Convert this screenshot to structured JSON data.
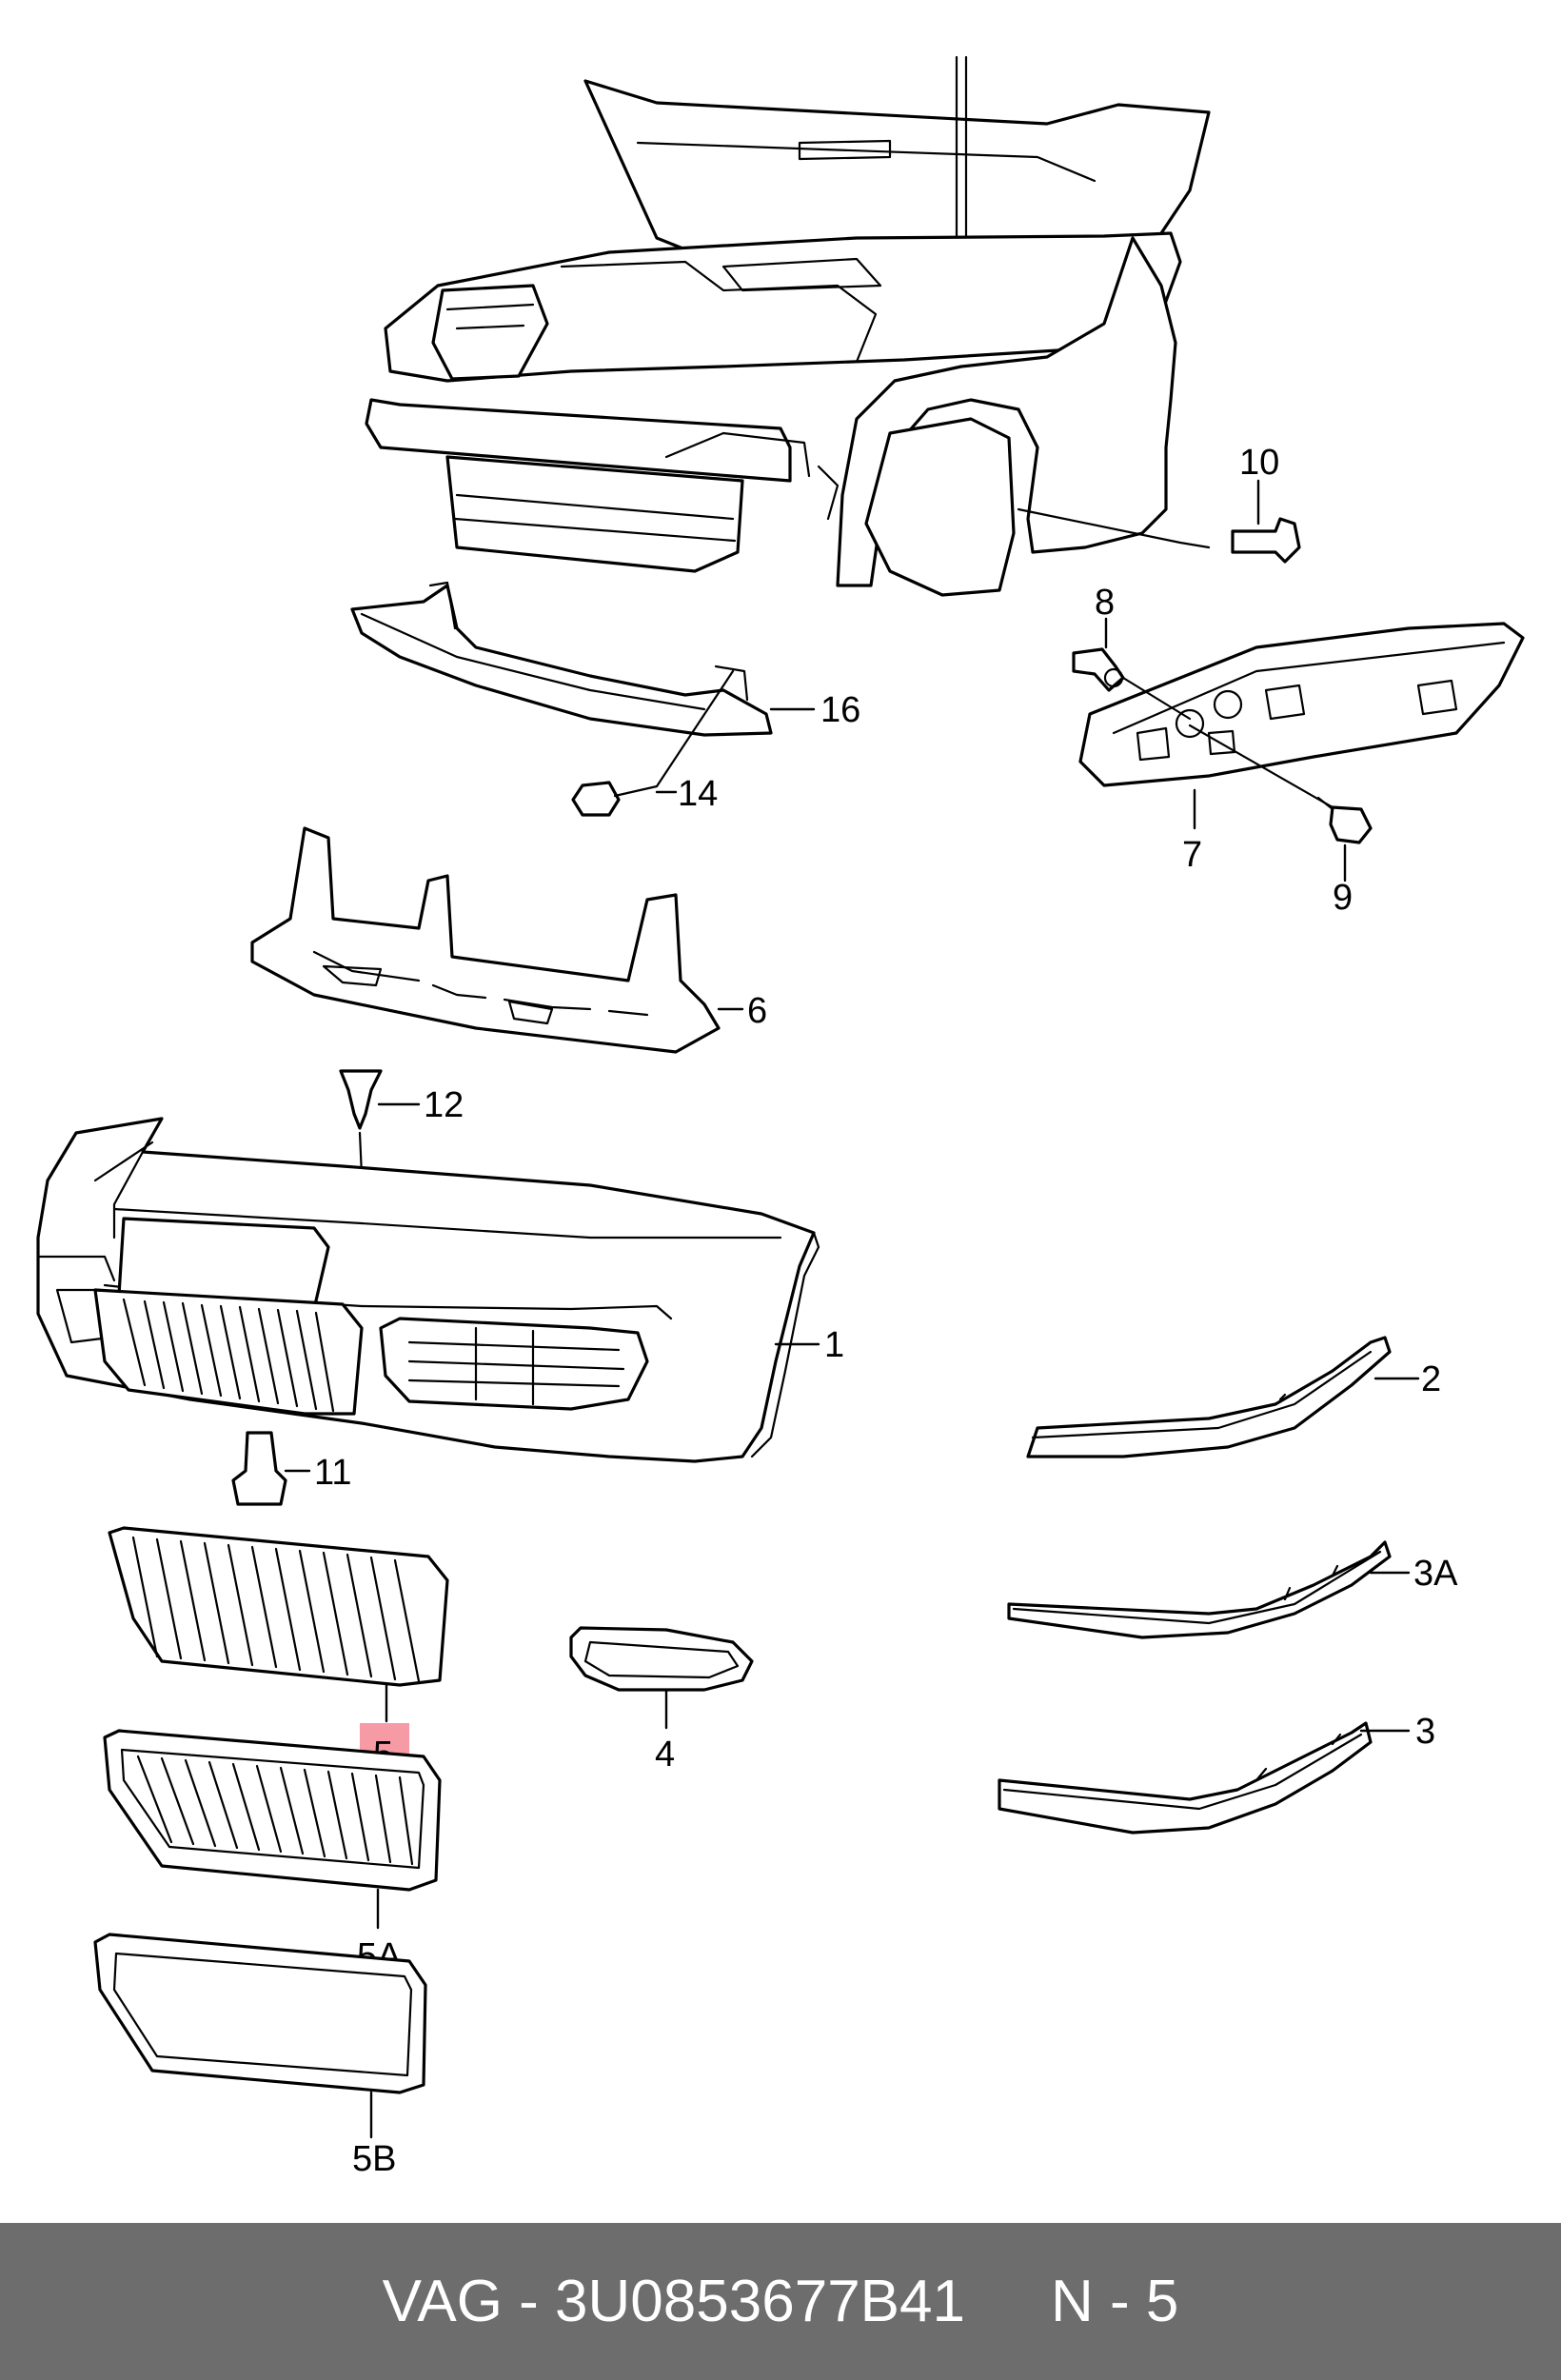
{
  "callouts": {
    "c1": "1",
    "c2": "2",
    "c3": "3",
    "c3a": "3A",
    "c4": "4",
    "c5": "5",
    "c5a": "5A",
    "c5b": "5B",
    "c6": "6",
    "c7": "7",
    "c8": "8",
    "c9": "9",
    "c10": "10",
    "c11": "11",
    "c12": "12",
    "c14": "14",
    "c16": "16"
  },
  "highlighted_callout": "5",
  "highlight_color": "#f48a95",
  "footer": {
    "part_number": "VAG - 3U0853677B41",
    "position": "N - 5"
  },
  "footer_color": "#6d6d6d"
}
